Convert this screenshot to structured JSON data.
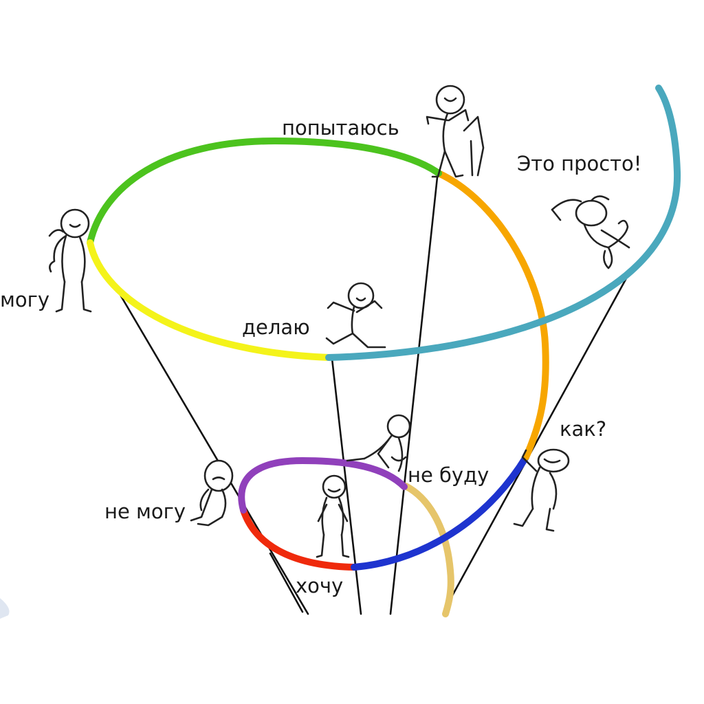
{
  "labels": {
    "try": "попытаюсь",
    "easy": "Это просто!",
    "can": "могу",
    "doing": "делаю",
    "how": "как?",
    "wont": "не буду",
    "cant": "не могу",
    "want": "хочу"
  },
  "colors": {
    "green": "#4cc31e",
    "yellow": "#f4f31a",
    "orange": "#f7a600",
    "teal": "#4aa8bd",
    "blue": "#1e34cf",
    "purple": "#9040bb",
    "red": "#ef2a0c",
    "tan": "#e6c56a",
    "ink": "#111111"
  },
  "icons": [
    "stick-figure-trying-icon",
    "stick-figure-jumping-icon",
    "stick-figure-standing-icon",
    "stick-figure-running-icon",
    "stick-figure-questioning-icon",
    "stick-figure-refusing-icon",
    "stick-figure-sad-icon",
    "stick-figure-wanting-icon"
  ]
}
